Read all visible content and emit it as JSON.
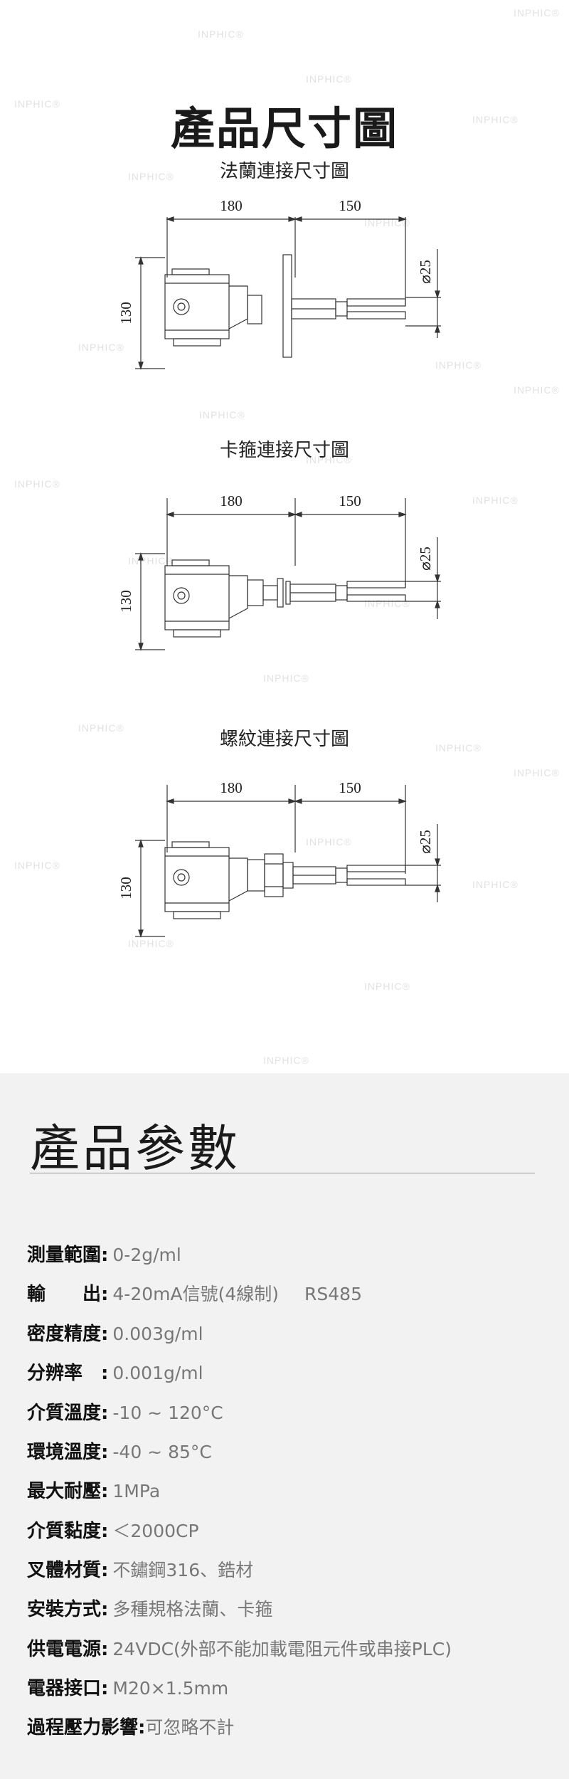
{
  "header": {
    "title": "產品尺寸圖"
  },
  "drawings": [
    {
      "title": "法蘭連接尺寸圖",
      "connection": "flange",
      "dim_left": "180",
      "dim_right": "150",
      "dim_height": "130",
      "dim_diameter": "⌀25"
    },
    {
      "title": "卡箍連接尺寸圖",
      "connection": "clamp",
      "dim_left": "180",
      "dim_right": "150",
      "dim_height": "130",
      "dim_diameter": "⌀25"
    },
    {
      "title": "螺紋連接尺寸圖",
      "connection": "thread",
      "dim_left": "180",
      "dim_right": "150",
      "dim_height": "130",
      "dim_diameter": "⌀25"
    }
  ],
  "params": {
    "title": "產品參數",
    "rows": [
      {
        "label": "測量範圍:",
        "value": "0-2g/ml"
      },
      {
        "label": "輸　　出:",
        "value": "4-20mA信號(4線制)",
        "extra": "RS485"
      },
      {
        "label": "密度精度:",
        "value": "0.003g/ml"
      },
      {
        "label": "分辨率　:",
        "value": "0.001g/ml"
      },
      {
        "label": "介質溫度:",
        "value": "-10 ~ 120°C"
      },
      {
        "label": "環境溫度:",
        "value": "-40 ~ 85°C"
      },
      {
        "label": "最大耐壓:",
        "value": "1MPa"
      },
      {
        "label": "介質黏度:",
        "value": "＜2000CP"
      },
      {
        "label": "叉體材質:",
        "value": "不鏽鋼316、鋯材"
      },
      {
        "label": "安裝方式:",
        "value": "多種規格法蘭、卡箍"
      },
      {
        "label": "供電電源:",
        "value": "24VDC(外部不能加載電阻元件或串接PLC)"
      },
      {
        "label": "電器接口:",
        "value": "M20×1.5mm"
      },
      {
        "label": "過程壓力影響:",
        "value": "可忽略不計"
      }
    ]
  },
  "watermark": {
    "text": "INPHIC®",
    "color": "#e2e2e2"
  }
}
